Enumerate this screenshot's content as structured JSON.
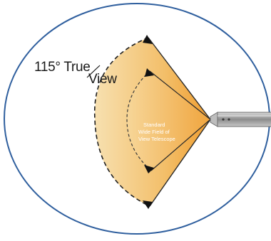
{
  "labels": {
    "true_view_line1": "115° True",
    "true_view_line2": "View",
    "standard_line1": "Standard",
    "standard_line2": "Wide Field of",
    "standard_line3": "View Telescope"
  },
  "colors": {
    "circle_stroke": "#2f5f9e",
    "wide_cone": "#f6d9a0",
    "standard_cone": "#f4b860",
    "outline": "#1f1f1f",
    "telescope": "#9a9a9a"
  }
}
